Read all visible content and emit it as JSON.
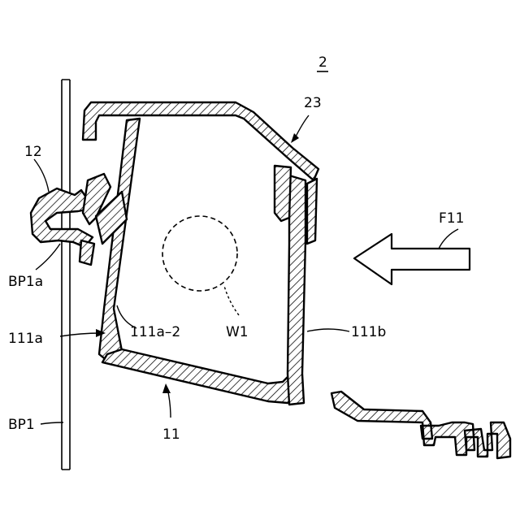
{
  "figure": {
    "figure_number": "2",
    "labels": {
      "label_23": "23",
      "label_12": "12",
      "label_bp1a": "BP1a",
      "label_111a": "111a",
      "label_111a_2": "111a–2",
      "label_w1": "W1",
      "label_111b": "111b",
      "label_f11": "F11",
      "label_11": "11",
      "label_bp1": "BP1"
    }
  }
}
